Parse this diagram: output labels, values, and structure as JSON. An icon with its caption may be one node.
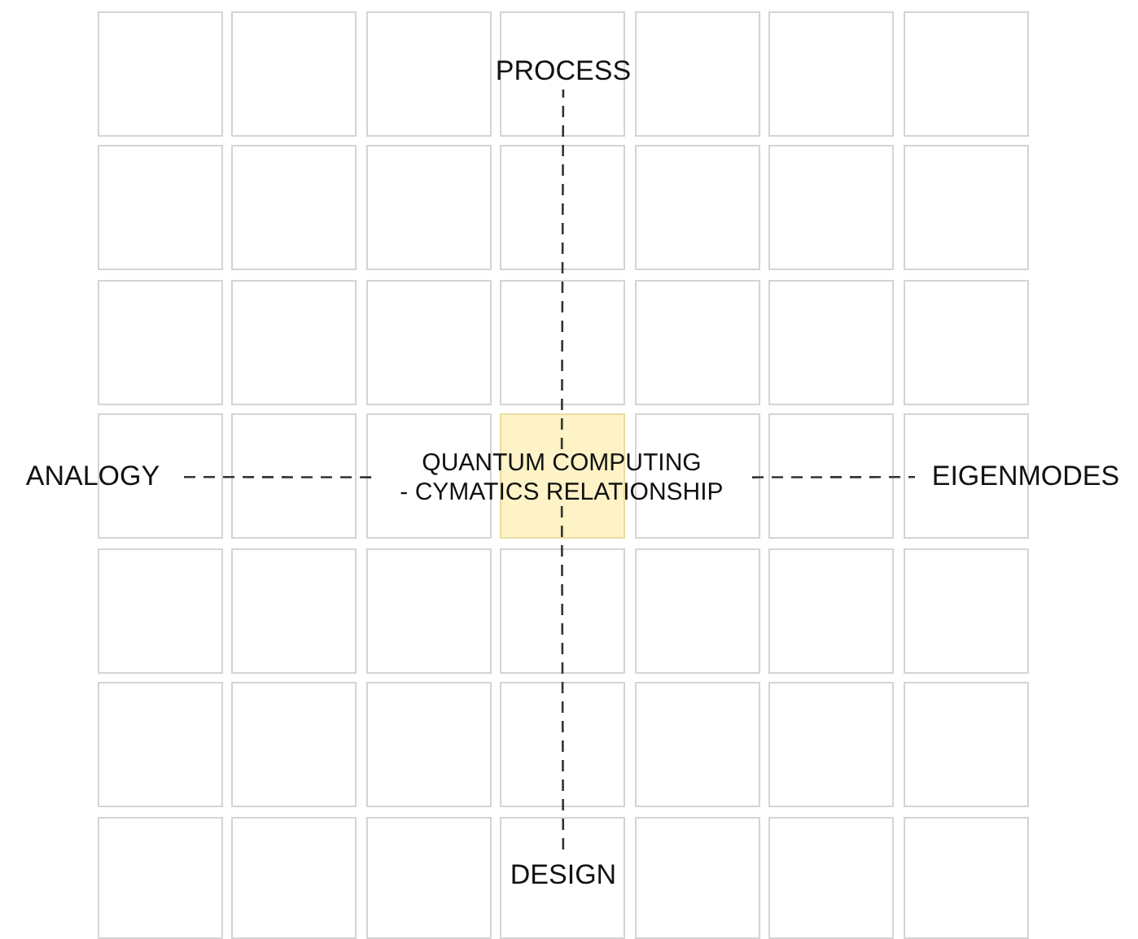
{
  "diagram": {
    "nodes": [
      {
        "text": [
          "PROCESS"
        ]
      },
      {
        "text": [
          "ANALOGY"
        ]
      },
      {
        "text": [
          "QUANTUM COMPUTING",
          "- CYMATICS RELATIONSHIP"
        ]
      },
      {
        "text": [
          "EIGENMODES"
        ]
      },
      {
        "text": [
          "DESIGN"
        ]
      }
    ],
    "edges": [
      {
        "from": 2,
        "to": 0,
        "arrow": "none",
        "style": "dashed"
      },
      {
        "from": 2,
        "to": 1,
        "arrow": "none",
        "style": "dashed"
      },
      {
        "from": 2,
        "to": 3,
        "arrow": "none",
        "style": "dashed"
      },
      {
        "from": 2,
        "to": 4,
        "arrow": "none",
        "style": "dashed"
      }
    ]
  }
}
